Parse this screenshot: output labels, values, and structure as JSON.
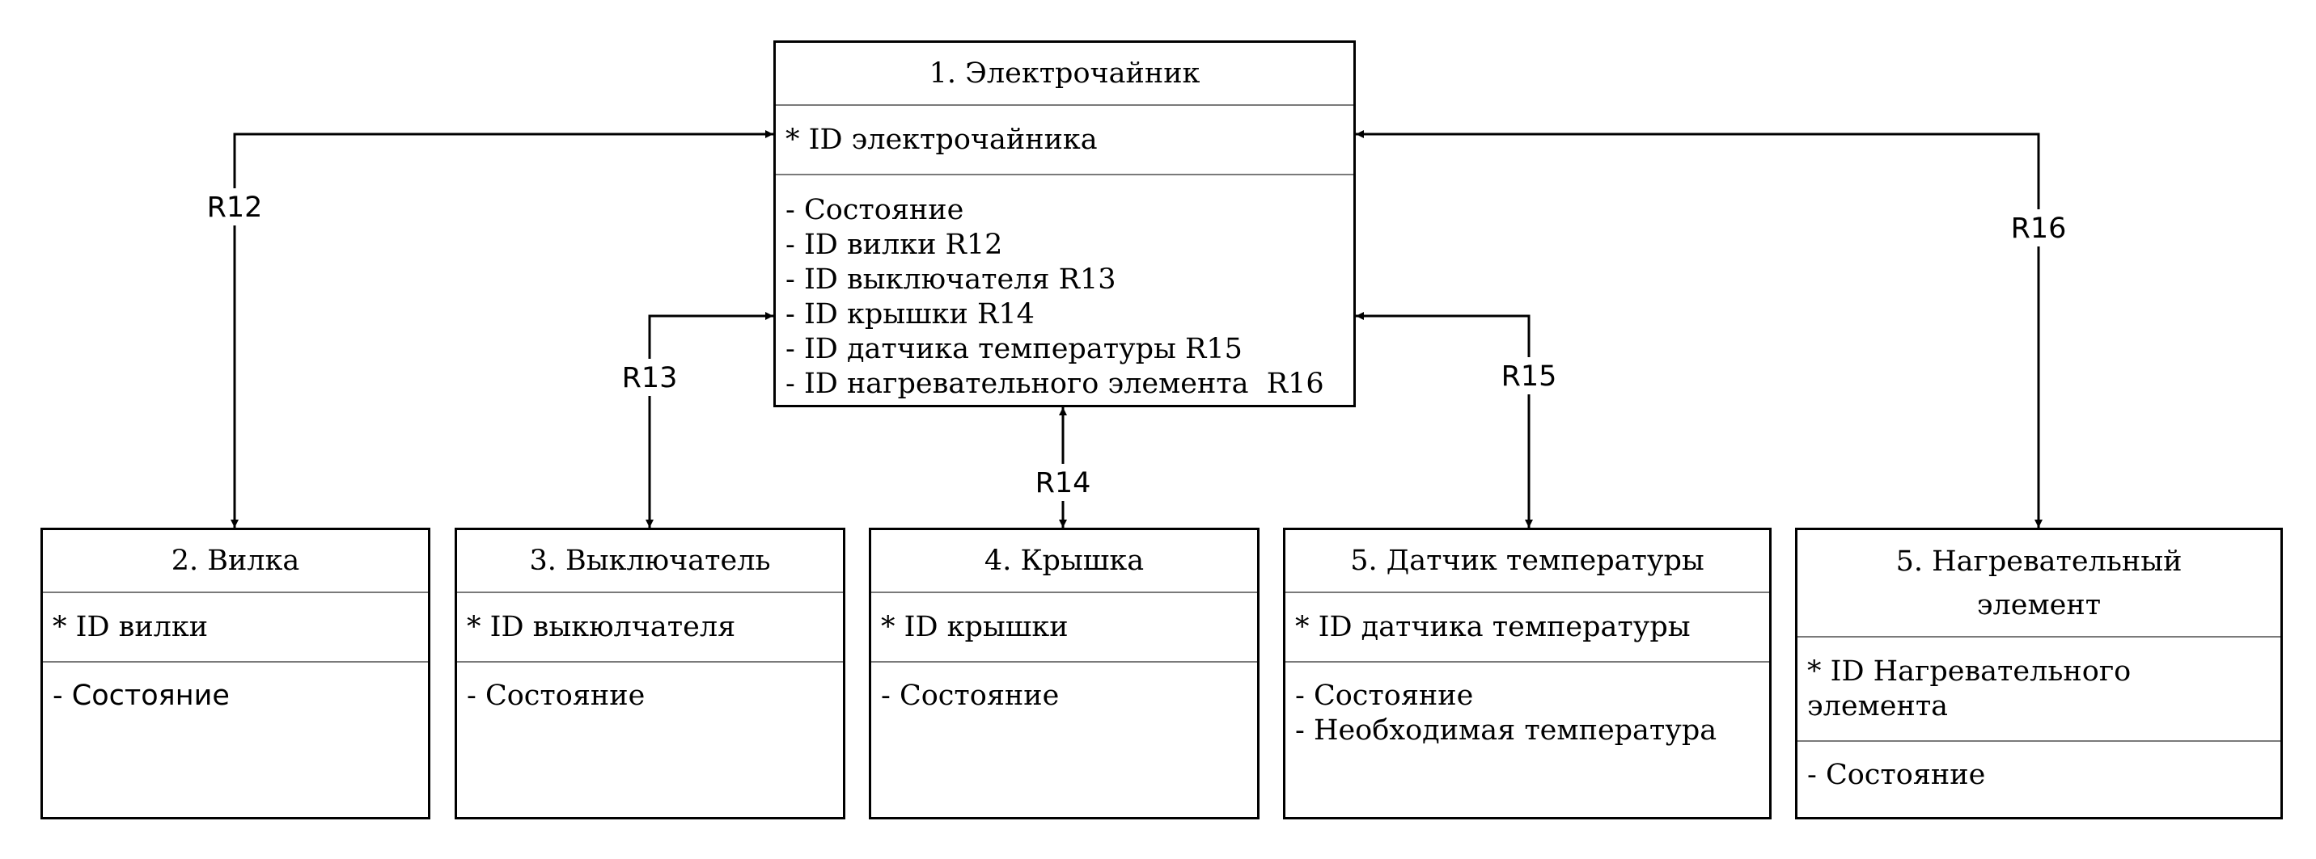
{
  "entities": [
    {
      "key": "kettle",
      "title": "1. Электрочайник",
      "id_fields": [
        "* ID электрочайника"
      ],
      "attributes": [
        "- Состояние",
        "- ID вилки R12",
        "- ID выключателя R13",
        "- ID крышки R14",
        "- ID датчика температуры R15",
        "- ID нагревательного элемента  R16"
      ]
    },
    {
      "key": "plug",
      "title": "2. Вилка",
      "id_fields": [
        "* ID вилки"
      ],
      "attributes": [
        "- Состояние"
      ]
    },
    {
      "key": "switch",
      "title": "3. Выключатель",
      "id_fields": [
        "* ID выкюлчателя"
      ],
      "attributes": [
        "- Состояние"
      ]
    },
    {
      "key": "lid",
      "title": "4. Крышка",
      "id_fields": [
        "* ID крышки"
      ],
      "attributes": [
        "- Состояние"
      ]
    },
    {
      "key": "sensor",
      "title": "5. Датчик температуры",
      "id_fields": [
        "* ID датчика температуры"
      ],
      "attributes": [
        "- Состояние",
        "- Необходимая температура"
      ]
    },
    {
      "key": "heater",
      "title": "5. Нагревательный элемент",
      "id_fields": [
        "* ID Нагревательного",
        "элемента"
      ],
      "attributes": [
        "- Состояние"
      ]
    }
  ],
  "relations": [
    {
      "key": "r12",
      "label": "R12"
    },
    {
      "key": "r13",
      "label": "R13"
    },
    {
      "key": "r14",
      "label": "R14"
    },
    {
      "key": "r15",
      "label": "R15"
    },
    {
      "key": "r16",
      "label": "R16"
    }
  ],
  "colors": {
    "line": "#000000",
    "divider": "#7a7a7a",
    "background": "#ffffff"
  }
}
